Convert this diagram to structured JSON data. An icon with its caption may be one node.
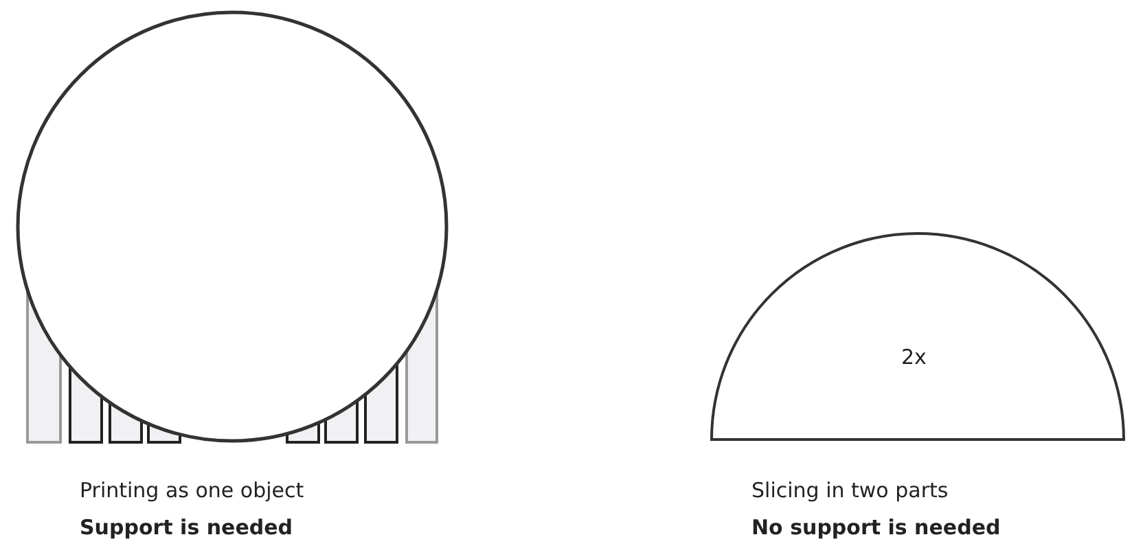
{
  "diagram": {
    "nodes": [
      {
        "text": [],
        "shape": "circle",
        "beside": [
          "Printing as one object",
          "Support is needed"
        ]
      },
      {
        "text": [
          "2x"
        ],
        "beside": [
          "Slicing in two parts",
          "No support is needed"
        ]
      }
    ]
  }
}
